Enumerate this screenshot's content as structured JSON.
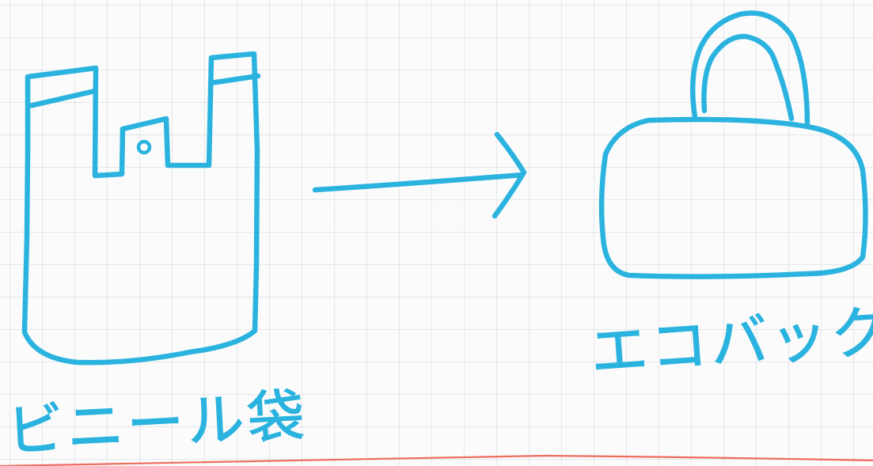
{
  "left_label": "ビニール袋",
  "right_label": "エコバック",
  "colors": {
    "ink": "#2bb3df",
    "margin_line": "#ef6c5f",
    "paper": "#fbfbfb",
    "grid": "#c8ced4"
  },
  "drawings": [
    "plastic-bag",
    "arrow",
    "eco-bag"
  ]
}
